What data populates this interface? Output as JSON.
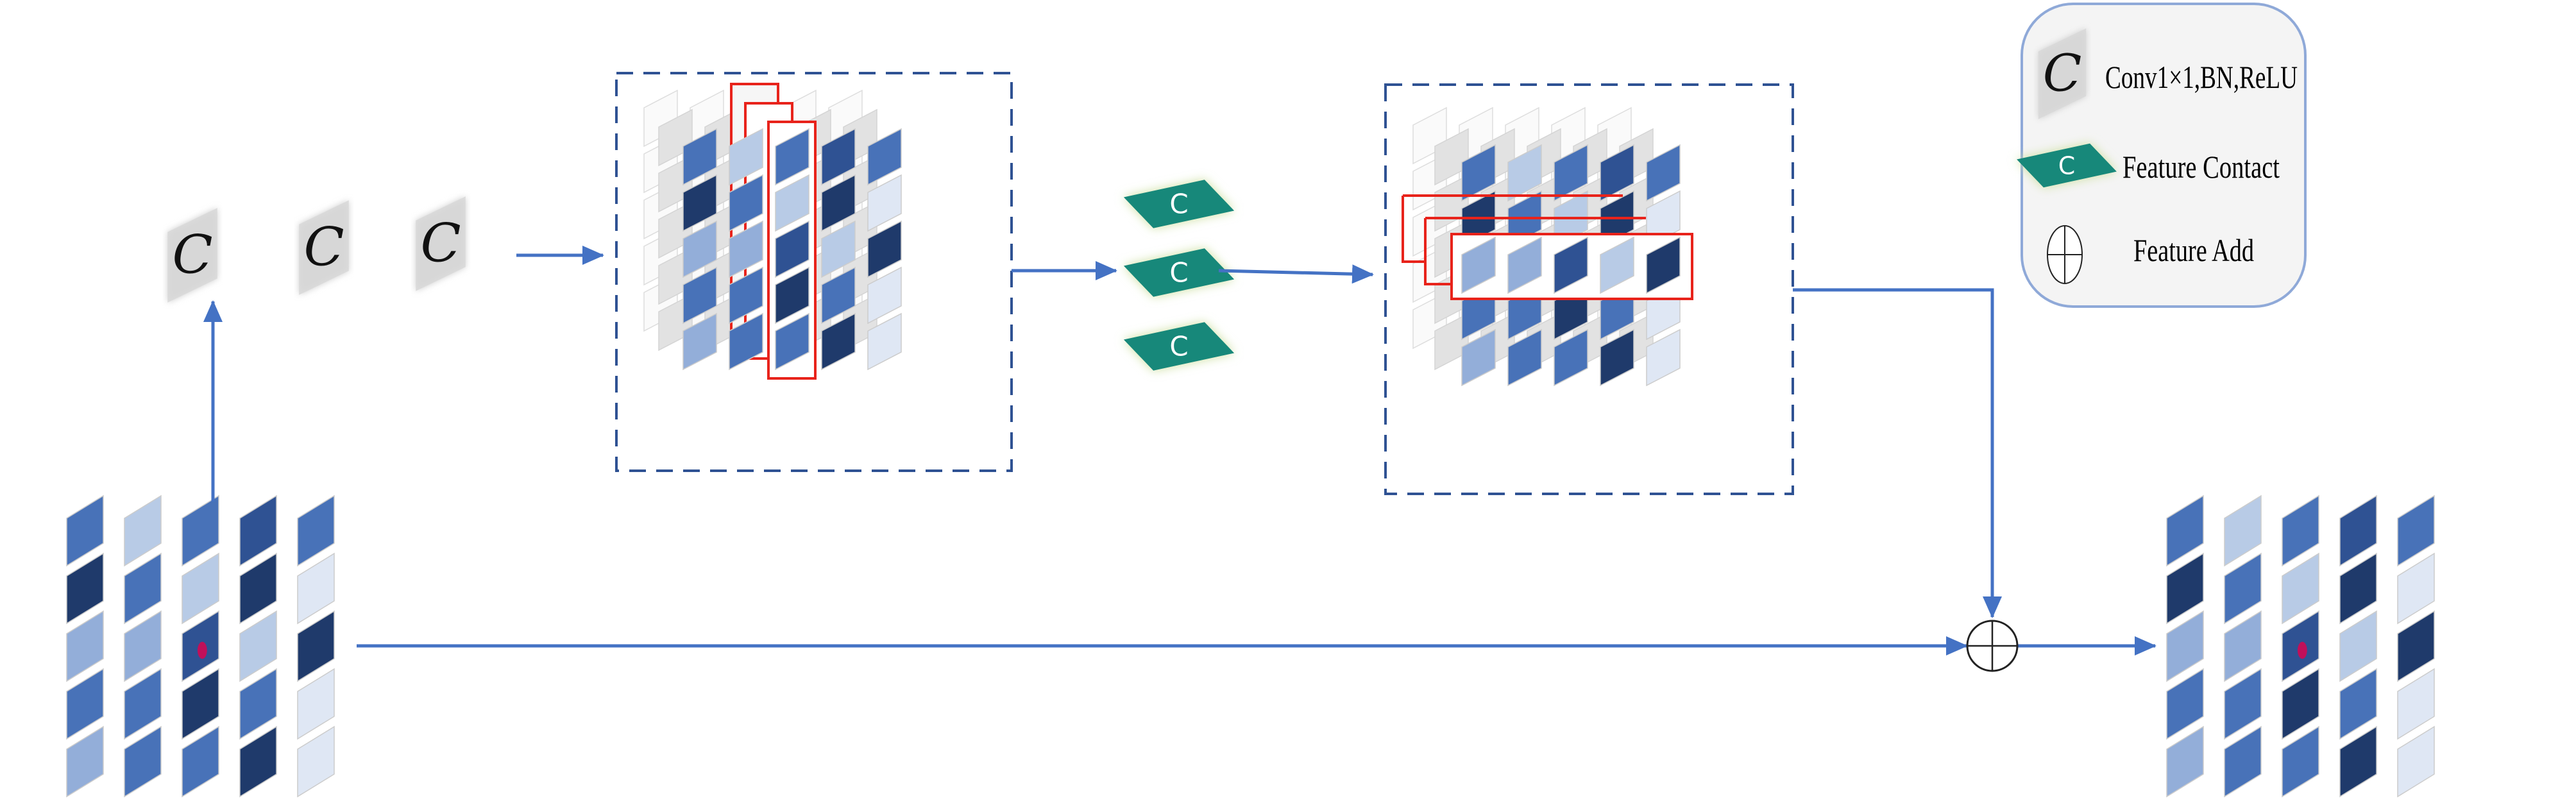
{
  "legend": {
    "items": [
      {
        "icon": "conv-plane-icon",
        "label": "Conv1×1,BN,ReLU"
      },
      {
        "icon": "feature-concat-plane-icon",
        "label": "Feature Contact"
      },
      {
        "icon": "circled-plus-icon",
        "label": "Feature Add"
      }
    ],
    "border_color": "#8fa9d8",
    "fill_color": "#f4f4f4"
  },
  "conv_glyph": "C",
  "colors": {
    "M": "#4872b8",
    "D": "#1f3a6b",
    "L": "#b8cbe6",
    "S": "#93aed9",
    "N": "#2f5293",
    "V": "#dfe7f4",
    "arrow": "#4472c4",
    "dashed": "#2f5293",
    "highlight": "#e8231b",
    "dot": "#c0105a",
    "teal": "#17887a"
  },
  "grid": [
    [
      "M",
      "L",
      "M",
      "N",
      "M"
    ],
    [
      "D",
      "M",
      "L",
      "D",
      "V"
    ],
    [
      "S",
      "S",
      "N",
      "L",
      "D"
    ],
    [
      "M",
      "M",
      "D",
      "M",
      "V"
    ],
    [
      "S",
      "M",
      "M",
      "D",
      "V"
    ]
  ],
  "marked_cell": [
    2,
    2
  ]
}
